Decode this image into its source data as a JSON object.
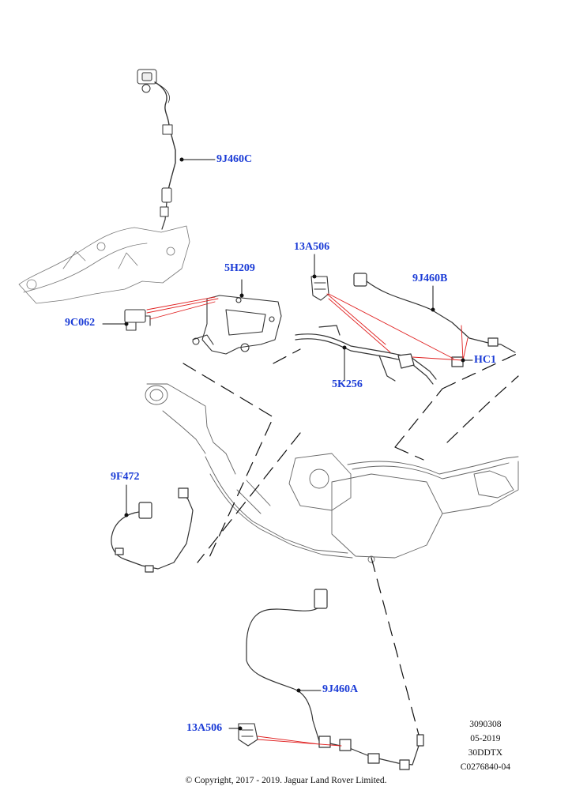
{
  "callouts": {
    "c9J460C": "9J460C",
    "c5H209": "5H209",
    "c13A506_top": "13A506",
    "c9J460B": "9J460B",
    "c9C062": "9C062",
    "cHC1": "HC1",
    "c5K256": "5K256",
    "c9F472": "9F472",
    "c9J460A": "9J460A",
    "c13A506_bottom": "13A506"
  },
  "reference": {
    "line1": "3090308",
    "line2": "05-2019",
    "line3": "30DDTX",
    "line4": "C0276840-04"
  },
  "copyright": "© Copyright, 2017 - 2019. Jaguar Land Rover Limited.",
  "colors": {
    "callout": "#1a3bd6",
    "leader": "#e02020",
    "linework": "#222222"
  }
}
